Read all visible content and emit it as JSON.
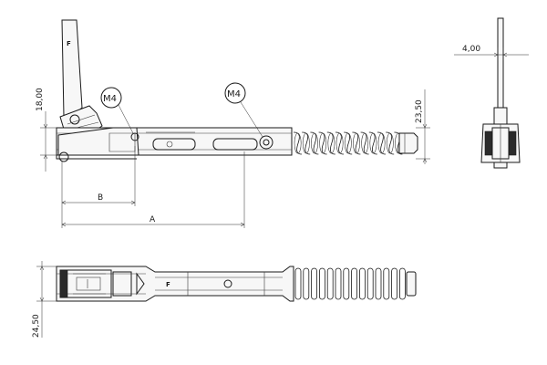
{
  "dimensions": {
    "height_top": "18,00",
    "height_right": "23,50",
    "width_side": "4,00",
    "height_bottom": "24,50",
    "label_a": "A",
    "label_b": "B"
  },
  "callouts": {
    "thread_left": "M4",
    "thread_right": "M4"
  },
  "marks": {
    "lever_mark": "F",
    "plan_mark": "F"
  }
}
